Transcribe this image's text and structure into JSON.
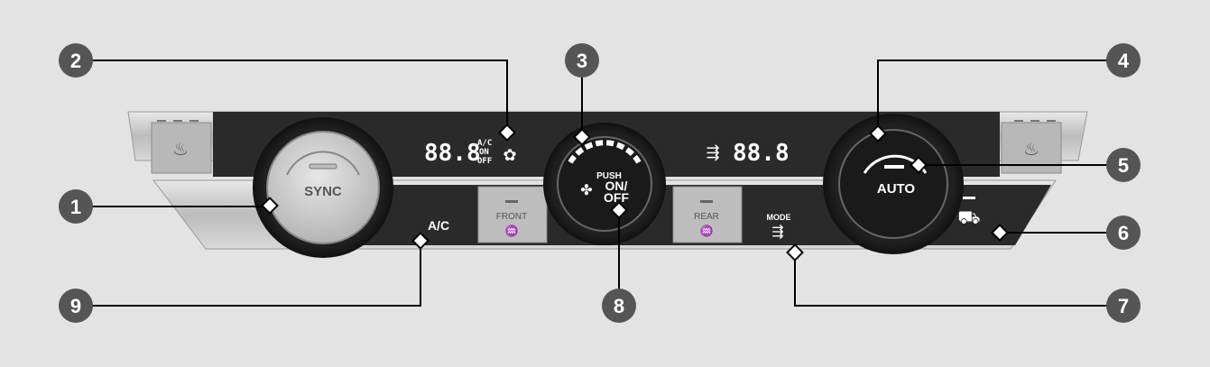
{
  "panel": {
    "left_display": {
      "temperature": "88.8",
      "ac_on": "A/C",
      "on": "ON",
      "off": "OFF"
    },
    "right_display": {
      "temperature": "88.8"
    },
    "sync_knob": {
      "label": "SYNC"
    },
    "fan_knob": {
      "push": "PUSH",
      "on": "ON/",
      "off": "OFF"
    },
    "auto_knob": {
      "label": "AUTO"
    },
    "ac_button": {
      "label": "A/C"
    },
    "front_defrost_button": {
      "label": "FRONT"
    },
    "rear_defrost_button": {
      "label": "REAR"
    },
    "mode_button": {
      "label": "MODE"
    }
  },
  "callouts": [
    {
      "number": "1"
    },
    {
      "number": "2"
    },
    {
      "number": "3"
    },
    {
      "number": "4"
    },
    {
      "number": "5"
    },
    {
      "number": "6"
    },
    {
      "number": "7"
    },
    {
      "number": "8"
    },
    {
      "number": "9"
    }
  ],
  "colors": {
    "background": "#e3e3e3",
    "panel_dark": "#2b2b2b",
    "trim_silver": "#c8c8c8",
    "callout_fill": "#555555",
    "leader_line": "#000000"
  }
}
